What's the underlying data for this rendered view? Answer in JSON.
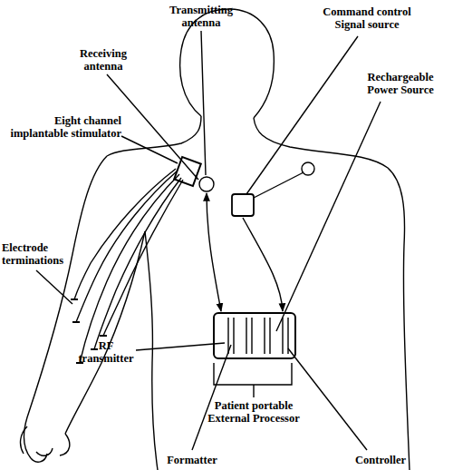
{
  "diagram": {
    "labels": [
      "Transmitting antenna",
      "Command control Signal source",
      "Receiving antenna",
      "Rechargeable Power Source",
      "Eight channel implantable stimulator",
      "Electrode terminations",
      "RF transmitter",
      "Patient portable External Processor",
      "Formatter",
      "Controller"
    ]
  }
}
